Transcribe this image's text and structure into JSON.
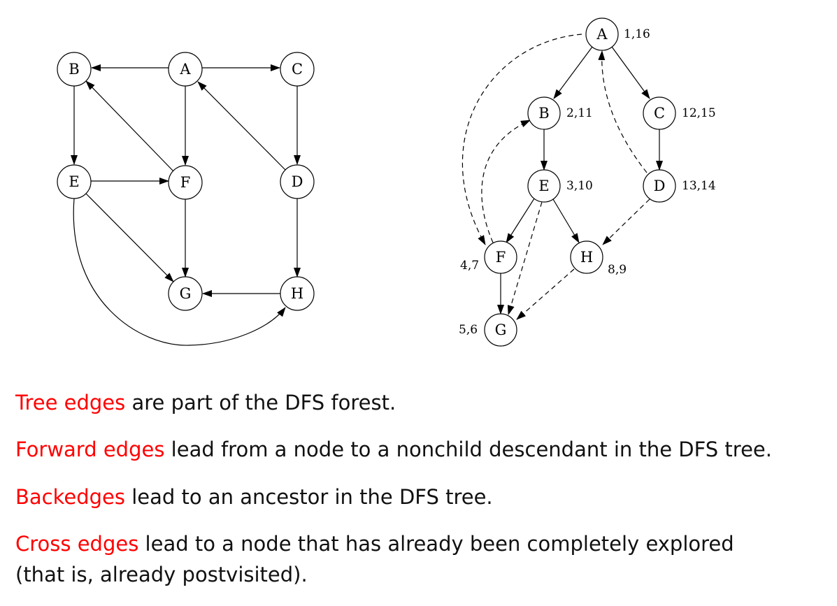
{
  "graph": {
    "nodes": {
      "A": "A",
      "B": "B",
      "C": "C",
      "D": "D",
      "E": "E",
      "F": "F",
      "G": "G",
      "H": "H"
    }
  },
  "dfs_tree": {
    "nodes": {
      "A": "A",
      "B": "B",
      "C": "C",
      "D": "D",
      "E": "E",
      "F": "F",
      "G": "G",
      "H": "H"
    },
    "times": {
      "A": "1,16",
      "B": "2,11",
      "C": "12,15",
      "D": "13,14",
      "E": "3,10",
      "F": "4,7",
      "G": "5,6",
      "H": "8,9"
    }
  },
  "definitions": [
    {
      "term": "Tree edges",
      "text": " are part of the DFS forest."
    },
    {
      "term": "Forward edges",
      "text": " lead from a node to a nonchild descendant in the DFS tree."
    },
    {
      "term": "Backedges",
      "text": " lead to an ancestor in the DFS tree."
    },
    {
      "term": "Cross edges",
      "text": " lead to a node that has already been completely explored",
      "text2": "(that is, already postvisited)."
    }
  ],
  "colors": {
    "term": "#ff0000",
    "text": "#111111"
  }
}
